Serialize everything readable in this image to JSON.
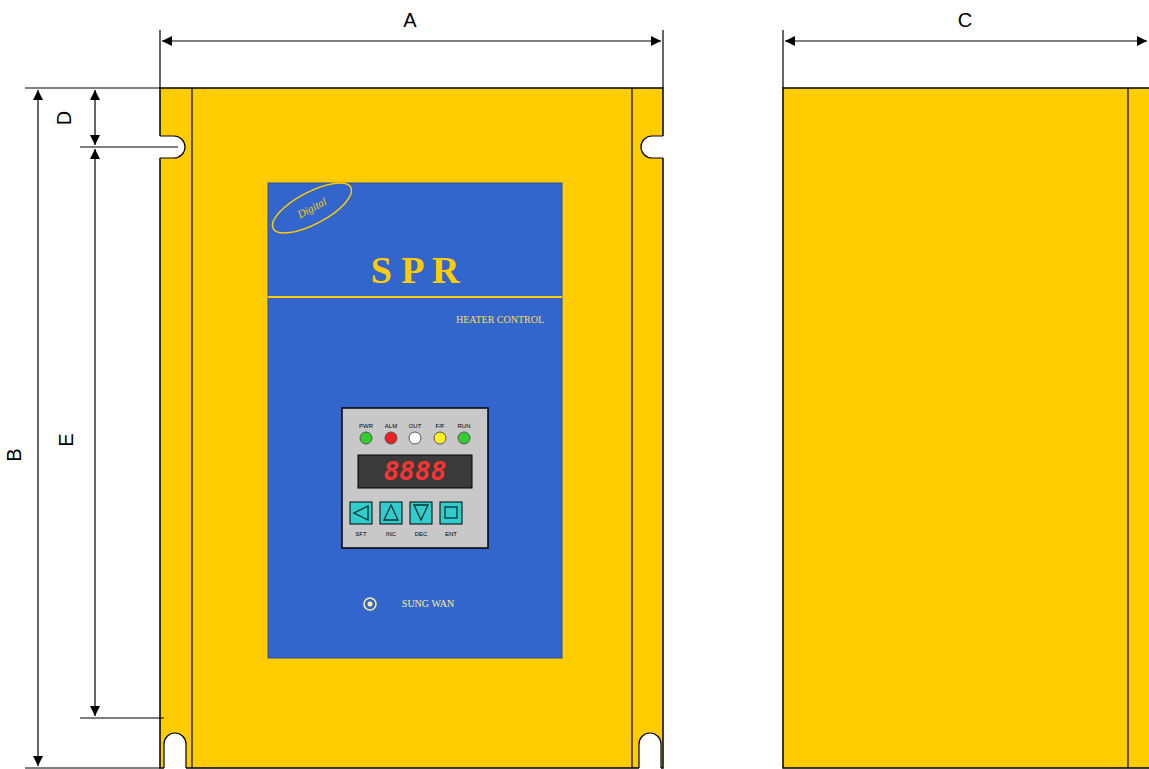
{
  "diagram": {
    "nodes": [
      {
        "text": [
          "Digital",
          "S P R",
          "HEATER CONTROL",
          "SUNG WAN"
        ]
      },
      {
        "text": [
          "8888"
        ],
        "in": 0
      }
    ],
    "labels": [
      "A",
      "B",
      "C",
      "D",
      "E",
      "PWR",
      "ALM",
      "OUT",
      "F/F",
      "RUN",
      "SFT",
      "INC",
      "DEC",
      "ENT"
    ]
  }
}
